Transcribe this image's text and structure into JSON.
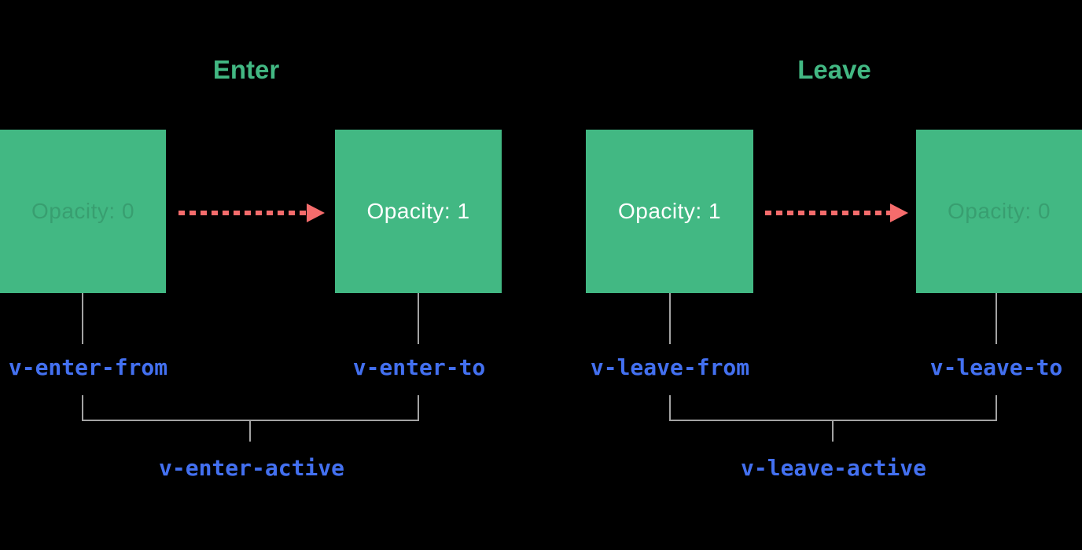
{
  "colors": {
    "background": "#000000",
    "box-green": "#42b883",
    "title-green": "#42b883",
    "arrow-red": "#f56c6c",
    "code-blue": "#4370f0",
    "line-gray": "#a3a3a3",
    "box-text-light": "#ffffff"
  },
  "enter": {
    "title": "Enter",
    "from_box_label": "Opacity: 0",
    "to_box_label": "Opacity: 1",
    "from_class": "v-enter-from",
    "to_class": "v-enter-to",
    "active_class": "v-enter-active"
  },
  "leave": {
    "title": "Leave",
    "from_box_label": "Opacity: 1",
    "to_box_label": "Opacity: 0",
    "from_class": "v-leave-from",
    "to_class": "v-leave-to",
    "active_class": "v-leave-active"
  }
}
